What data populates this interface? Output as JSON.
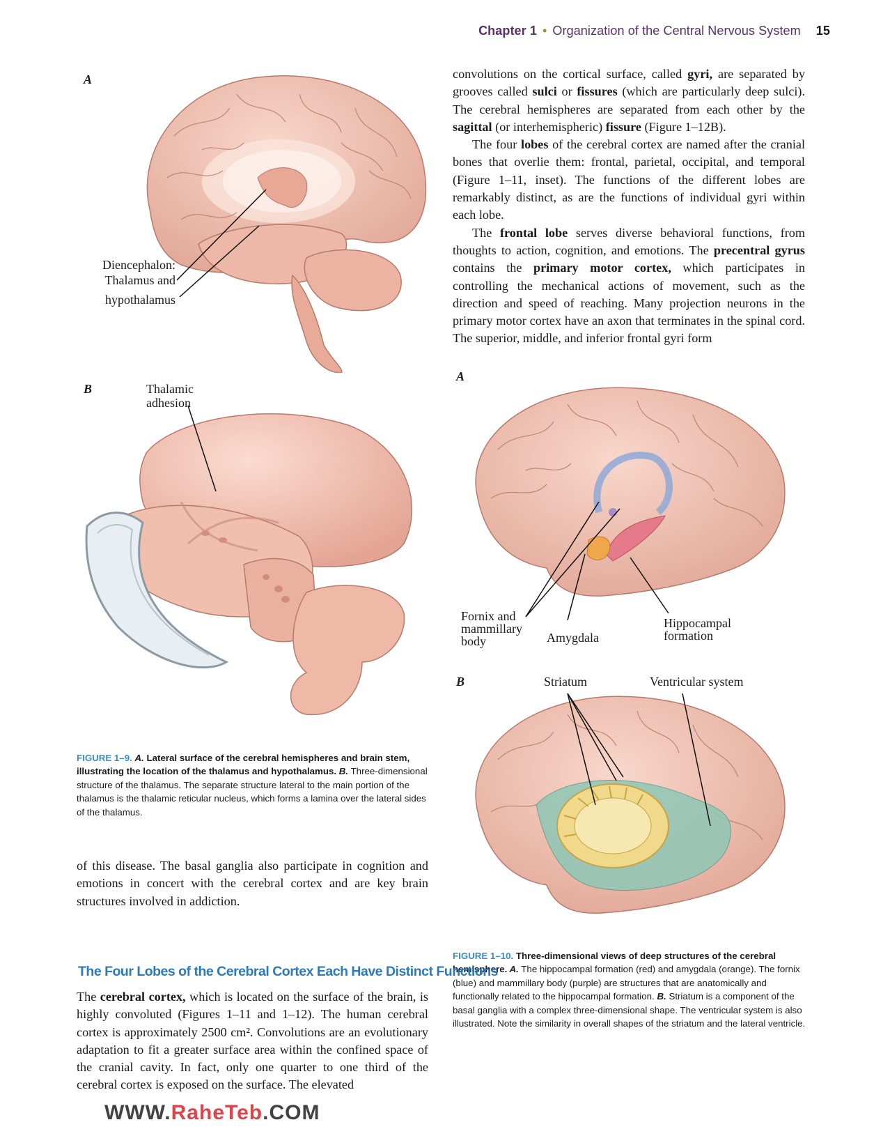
{
  "header": {
    "chapter": "Chapter 1",
    "bullet": "•",
    "title": "Organization of the Central Nervous System",
    "page_number": "15"
  },
  "right_column_top": {
    "p1": [
      {
        "t": "convolutions on the cortical surface, called "
      },
      {
        "b": "gyri,"
      },
      {
        "t": " are separated by grooves called "
      },
      {
        "b": "sulci"
      },
      {
        "t": " or "
      },
      {
        "b": "fissures"
      },
      {
        "t": " (which are particularly deep sulci). The cerebral hemispheres are separated from each other by the "
      },
      {
        "b": "sagittal"
      },
      {
        "t": " (or interhemispheric) "
      },
      {
        "b": "fissure"
      },
      {
        "t": " (Figure 1–12B)."
      }
    ],
    "p2": [
      {
        "t": "The four "
      },
      {
        "b": "lobes"
      },
      {
        "t": " of the cerebral cortex are named after the cranial bones that overlie them: frontal, parietal, occipital, and temporal (Figure 1–11, inset). The functions of the different lobes are remarkably distinct, as are the functions of individual gyri within each lobe."
      }
    ],
    "p3": [
      {
        "t": "The "
      },
      {
        "b": "frontal lobe"
      },
      {
        "t": " serves diverse behavioral functions, from thoughts to action, cognition, and emotions. The "
      },
      {
        "b": "precentral gyrus"
      },
      {
        "t": " contains the "
      },
      {
        "b": "primary motor cortex,"
      },
      {
        "t": " which participates in controlling the mechanical actions of movement, such as the direction and speed of reaching. Many projection neurons in the primary motor cortex have an axon that terminates in the spinal cord. The superior, middle, and inferior frontal gyri form"
      }
    ]
  },
  "figure_1_9": {
    "panel_a": "A",
    "panel_b": "B",
    "label_diencephalon": "Diencephalon:",
    "label_thalamus_and": "Thalamus and",
    "label_hypothalamus": "hypothalamus",
    "label_thalamic": "Thalamic",
    "label_adhesion": "adhesion",
    "caption_fig": "FIGURE 1–9.",
    "caption_a": "A.",
    "caption_bold": " Lateral surface of the cerebral hemispheres and brain stem, illustrating the location of the thalamus and hypothalamus.",
    "caption_b": " B.",
    "caption_rest": " Three-dimensional structure of the thalamus. The separate structure lateral to the main portion of the thalamus is the thalamic reticular nucleus, which forms a lamina over the lateral sides of the thalamus."
  },
  "figure_1_10": {
    "panel_a": "A",
    "panel_b": "B",
    "label_fornix": "Fornix and",
    "label_mammillary": "mammillary",
    "label_body": "body",
    "label_amygdala": "Amygdala",
    "label_hippocampal": "Hippocampal",
    "label_formation": "formation",
    "label_striatum": "Striatum",
    "label_ventricular": "Ventricular system",
    "caption_fig": "FIGURE 1–10.",
    "caption_bold": " Three-dimensional views of deep structures of the cerebral hemisphere.",
    "caption_a": " A.",
    "caption_a_text": " The hippocampal formation (red) and amygdala (orange). The fornix (blue) and mammillary body (purple) are structures that are anatomically and functionally related to the hippocampal formation.",
    "caption_b": " B.",
    "caption_b_text": " Striatum is a component of the basal ganglia with a complex three-dimensional shape. The ventricular system is also illustrated. Note the similarity in overall shapes of the striatum and the lateral ventricle."
  },
  "left_column_bottom": {
    "p1": "of this disease. The basal ganglia also participate in cognition and emotions in concert with the cerebral cortex and are key brain structures involved in addiction.",
    "section_heading": "The Four Lobes of the Cerebral Cortex Each Have Distinct Functions",
    "p2": [
      {
        "t": "The "
      },
      {
        "b": "cerebral cortex,"
      },
      {
        "t": " which is located on the surface of the brain, is highly convoluted (Figures 1–11 and 1–12). The human cerebral cortex is approximately 2500 cm². Convolutions are an evolutionary adaptation to fit a greater surface area within the confined space of the cranial cavity. In fact, only one quarter to one third of the cerebral cortex is exposed on the surface. The elevated"
      }
    ]
  },
  "watermark": {
    "prefix": "WWW.",
    "brand": "RaheTeb",
    "suffix": ".COM"
  },
  "colors": {
    "header_purple": "#5a2d6b",
    "caption_blue": "#3a8ec8",
    "heading_blue": "#2e7ab8",
    "brain_pink": "#f2c6b8",
    "brain_shadow": "#d99a8a",
    "thalamus_pink": "#eeb7a6",
    "hippocampus_red": "#e57b8a",
    "amygdala_orange": "#f0a64a",
    "fornix_blue": "#8fa8d8",
    "striatum_yellow": "#f0d98a",
    "ventricle_teal": "#8fc7b6"
  }
}
